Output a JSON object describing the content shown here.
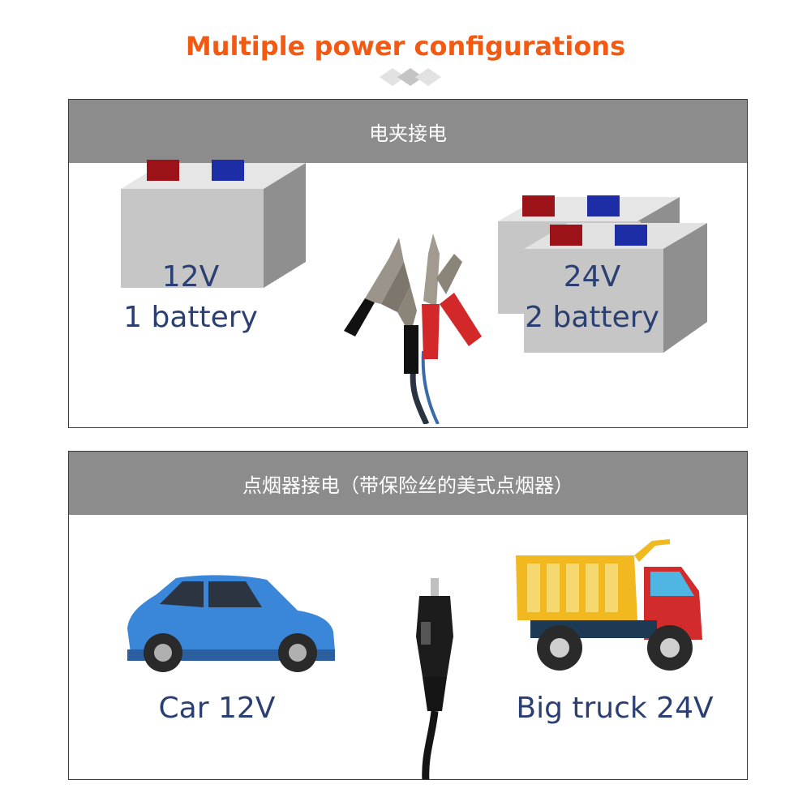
{
  "title": "Multiple power configurations",
  "clip_section": {
    "header": "电夹接电",
    "battery_single": {
      "voltage": "12V",
      "count": "1 battery"
    },
    "battery_double": {
      "voltage": "24V",
      "count": "2 battery"
    }
  },
  "lighter_section": {
    "header": "点烟器接电（带保险丝的美式点烟器）",
    "car_label": "Car 12V",
    "truck_label": "Big truck 24V"
  },
  "colors": {
    "title": "#f25a14",
    "header_bg": "#8c8c8c",
    "label": "#2b3f73",
    "terminal_positive": "#9b1318",
    "terminal_negative": "#1d2da6"
  }
}
